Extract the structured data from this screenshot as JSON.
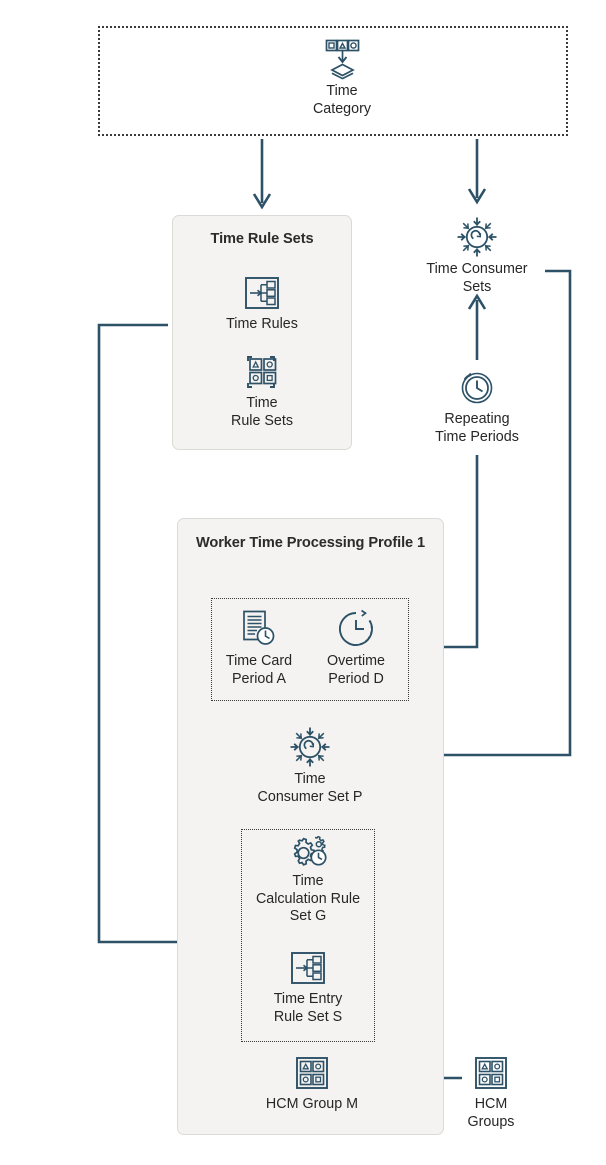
{
  "diagram": {
    "title_visible": false,
    "palette": {
      "icon_stroke": "#2d5167",
      "connector": "#2d5167",
      "box_fill": "#f4f3f1",
      "box_border": "#dcdad6",
      "dotted_border": "#3a3a3a",
      "text": "#262626",
      "heading": "#2b2b2b"
    },
    "groups": {
      "time_category_box": {
        "style": "dotted"
      },
      "time_rule_sets_box": {
        "title": "Time Rule\nSets",
        "style": "solid"
      },
      "worker_profile_box": {
        "title": "Worker Time\nProcessing Profile 1",
        "style": "solid"
      },
      "periods_box": {
        "style": "dotted"
      },
      "rule_sets_inner_box": {
        "style": "dotted"
      }
    },
    "nodes": {
      "time_category": {
        "label": "Time\nCategory",
        "icon": "time-category-icon"
      },
      "time_rules": {
        "label": "Time Rules",
        "icon": "time-rules-icon"
      },
      "time_rule_sets": {
        "label": "Time\nRule Sets",
        "icon": "time-rule-sets-icon"
      },
      "time_consumer_sets": {
        "label": "Time Consumer\nSets",
        "icon": "time-consumer-set-icon"
      },
      "repeating_time_periods": {
        "label": "Repeating\nTime Periods",
        "icon": "repeating-clock-icon"
      },
      "time_card_period_a": {
        "label": "Time Card\nPeriod A",
        "icon": "time-card-period-icon"
      },
      "overtime_period_d": {
        "label": "Overtime\nPeriod D",
        "icon": "overtime-period-icon"
      },
      "time_consumer_set_p": {
        "label": "Time\nConsumer Set P",
        "icon": "time-consumer-set-icon"
      },
      "time_calculation_rule_set_g": {
        "label": "Time\nCalculation Rule\nSet G",
        "icon": "time-calculation-rule-icon"
      },
      "time_entry_rule_set_s": {
        "label": "Time Entry\nRule Set S",
        "icon": "time-rules-icon"
      },
      "hcm_group_m": {
        "label": "HCM Group M",
        "icon": "hcm-group-icon"
      },
      "hcm_groups": {
        "label": "HCM\nGroups",
        "icon": "hcm-group-icon"
      }
    },
    "connectors": [
      {
        "name": "time-category-to-time-rule-sets",
        "from": "time_category",
        "to": "time_rule_sets_box",
        "direction": "down"
      },
      {
        "name": "time-category-to-time-consumer-sets",
        "from": "time_category",
        "to": "time_consumer_sets",
        "direction": "down"
      },
      {
        "name": "repeating-time-periods-to-time-consumer-sets",
        "from": "repeating_time_periods",
        "to": "time_consumer_sets",
        "direction": "up"
      },
      {
        "name": "repeating-time-periods-to-periods-box",
        "from": "repeating_time_periods",
        "to": "periods_box",
        "direction": "left"
      },
      {
        "name": "time-consumer-sets-to-time-consumer-set-p",
        "from": "time_consumer_sets",
        "to": "time_consumer_set_p",
        "direction": "left"
      },
      {
        "name": "time-rule-sets-to-rule-sets-inner-box",
        "from": "time_rule_sets_box",
        "to": "rule_sets_inner_box",
        "direction": "right"
      },
      {
        "name": "hcm-groups-to-hcm-group-m",
        "from": "hcm_groups",
        "to": "hcm_group_m",
        "direction": "left"
      }
    ]
  }
}
